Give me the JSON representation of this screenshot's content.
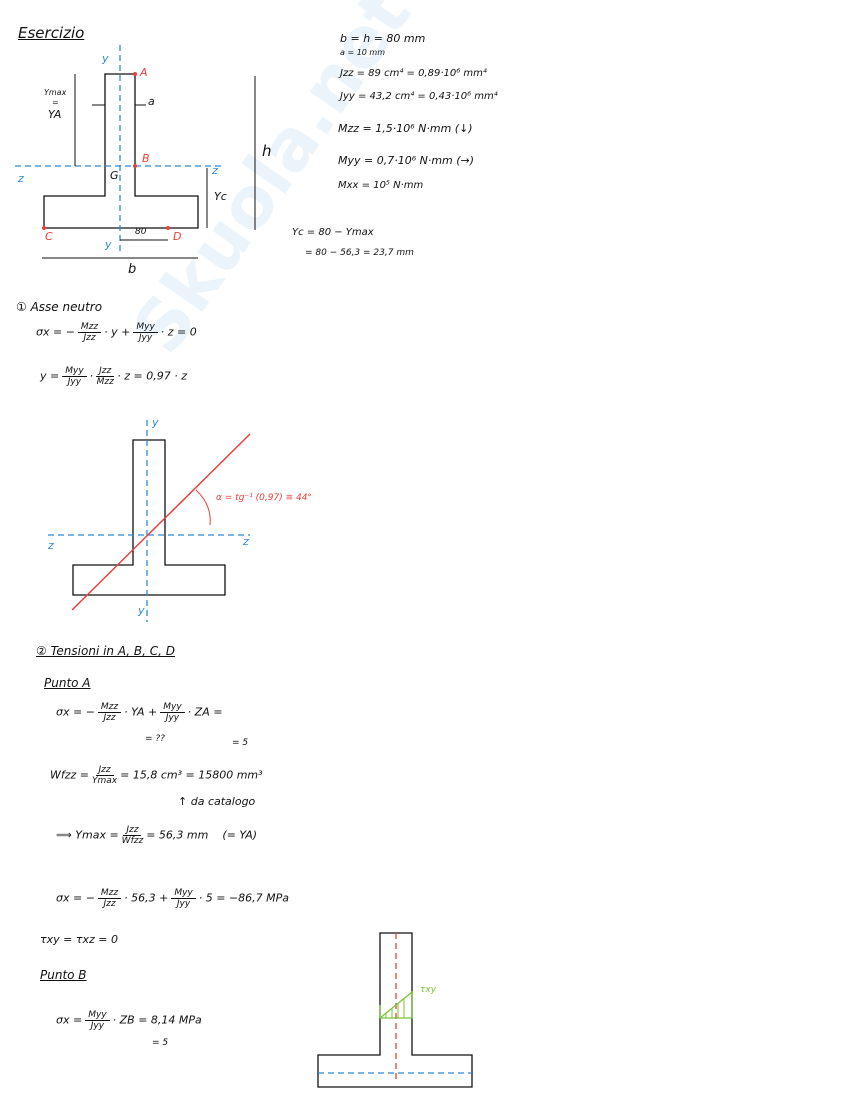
{
  "watermark": "Skuola.net",
  "title": "Esercizio",
  "given": [
    "b = h = 80 mm",
    "a = 10 mm",
    "Jzz = 89 cm⁴ = 0,89·10⁶ mm⁴",
    "Jyy = 43,2 cm⁴ = 0,43·10⁶ mm⁴",
    "Mzz = 1,5·10⁶ N·mm  (↓)",
    "Myy = 0,7·10⁶ N·mm  (→)",
    "Mxx = 10⁵ N·mm"
  ],
  "yc": [
    "Yc = 80 − Ymax",
    "= 80 − 56,3 = 23,7 mm"
  ],
  "fig1": {
    "y_top": "y",
    "y_bot": "y",
    "A": "A",
    "B": "B",
    "C": "C",
    "D": "D",
    "G": "G",
    "z_left": "z",
    "z_right": "z",
    "dim80": "80",
    "b": "b",
    "h": "h",
    "ymax": "Ymax",
    "eq": "=",
    "ya": "YA",
    "a": "a",
    "yc": "Yc"
  },
  "s1": {
    "heading": "① Asse neutro",
    "eq1": {
      "lhs": "σx = −",
      "f1n": "Mzz",
      "f1d": "Jzz",
      "mid": "· y  +",
      "f2n": "Myy",
      "f2d": "Jyy",
      "end": "· z = 0"
    },
    "eq2": {
      "lhs": "y =",
      "f1n": "Myy",
      "f1d": "Jyy",
      "f2n": "Jzz",
      "f2d": "Mzz",
      "end": "· z  =  0,97 · z"
    }
  },
  "fig2": {
    "y_top": "y",
    "y_bot": "y",
    "z_left": "z",
    "z_right": "z",
    "alpha": "α = tg⁻¹ (0,97) ≅ 44°"
  },
  "s2": {
    "heading": "② Tensioni in A, B, C, D",
    "puntoA": "Punto A",
    "eqA": {
      "lhs": "σx = −",
      "f1n": "Mzz",
      "f1d": "Jzz",
      "ya": "· YA",
      "plus": "+",
      "f2n": "Myy",
      "f2d": "Jyy",
      "za": "· ZA  =",
      "ya_note": "= ??",
      "za_note": "= 5"
    },
    "eqW": {
      "lhs": "Wfzz =",
      "fn": "Jzz",
      "fd": "Ymax",
      "rhs": "= 15,8 cm³ = 15800 mm³",
      "note": "da catalogo"
    },
    "eqY": {
      "lhs": "⟹ Ymax =",
      "fn": "Jzz",
      "fd": "Wfzz",
      "rhs": "= 56,3 mm",
      "paren": "(= YA)"
    },
    "eqSA": {
      "lhs": "σx = −",
      "f1n": "Mzz",
      "f1d": "Jzz",
      "mid": "· 56,3 +",
      "f2n": "Myy",
      "f2d": "Jyy",
      "end": "· 5 = −86,7 MPa"
    },
    "tau": "τxy = τxz = 0",
    "puntoB": "Punto B",
    "eqB": {
      "lhs": "σx =",
      "fn": "Myy",
      "fd": "Jyy",
      "end": "· ZB = 8,14 MPa",
      "note": "= 5"
    }
  },
  "fig3": {
    "tau": "τxy"
  },
  "colors": {
    "blue": "#2a8bd8",
    "red": "#e8403a",
    "green": "#7cc23a"
  }
}
